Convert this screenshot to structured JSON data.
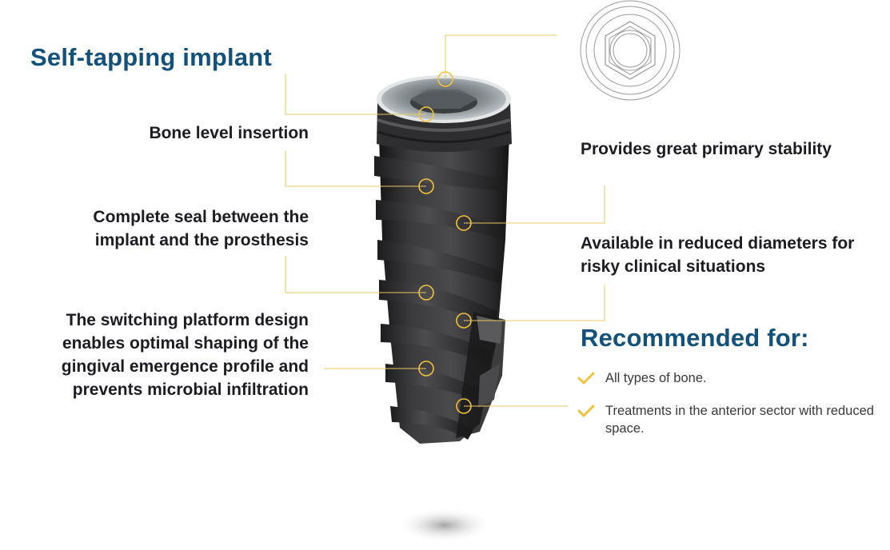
{
  "header": {
    "title": "Self-tapping implant"
  },
  "features_left": [
    {
      "text": "Bone level insertion"
    },
    {
      "text": "Complete seal between the implant and the prosthesis"
    },
    {
      "text": "The switching platform design enables optimal shaping of the gingival emergence profile and prevents microbial infiltration"
    }
  ],
  "features_right": [
    {
      "text": "Provides great primary stability"
    },
    {
      "text": "Available in reduced diameters for risky clinical situations"
    }
  ],
  "recommended": {
    "title": "Recommended for:",
    "items": [
      {
        "text": "All types of bone."
      },
      {
        "text": "Treatments in the anterior sector with reduced space."
      }
    ]
  },
  "colors": {
    "title_blue": "#11517a",
    "accent_gold": "#f2c23a",
    "connector_line": "#e8c860",
    "implant_dark": "#2b2b2d"
  },
  "icons": {
    "check": "check-icon",
    "hex": "hex-connection-diagram"
  }
}
